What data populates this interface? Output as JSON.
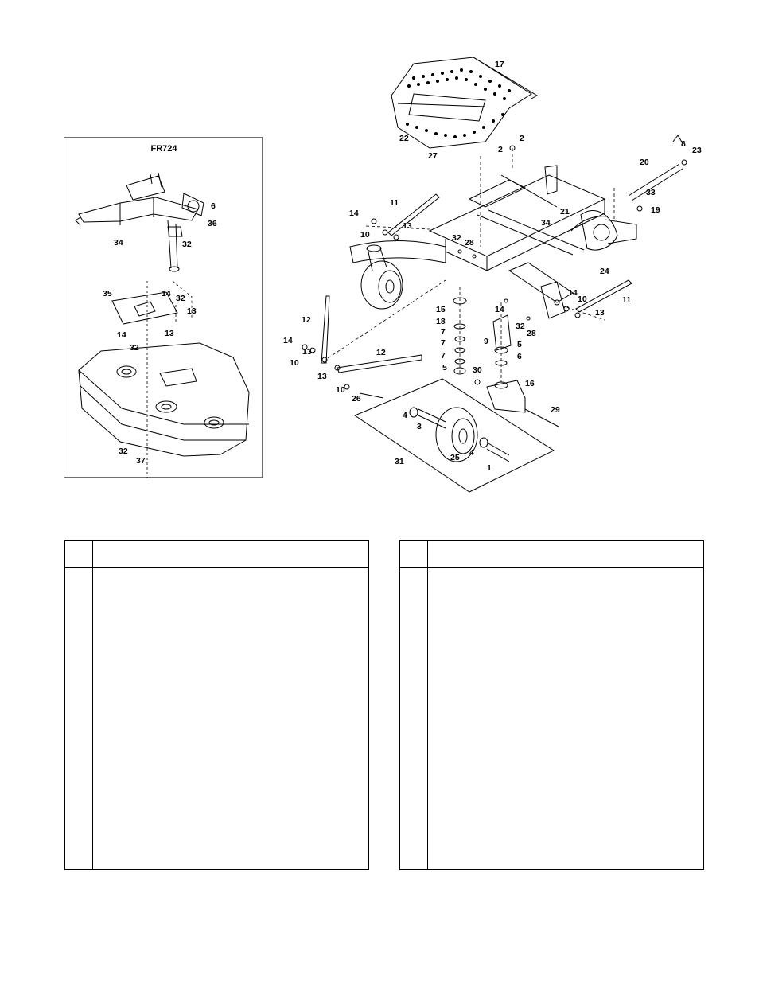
{
  "inset": {
    "title": "FR724",
    "callouts": [
      "34",
      "32",
      "36",
      "6",
      "35",
      "14",
      "32",
      "13",
      "14",
      "13",
      "32",
      "32",
      "37"
    ]
  },
  "main_callouts": [
    "17",
    "22",
    "27",
    "2",
    "2",
    "8",
    "23",
    "20",
    "33",
    "19",
    "11",
    "14",
    "10",
    "13",
    "32",
    "28",
    "21",
    "34",
    "24",
    "14",
    "10",
    "13",
    "11",
    "15",
    "18",
    "7",
    "7",
    "7",
    "5",
    "14",
    "12",
    "14",
    "10",
    "13",
    "12",
    "13",
    "10",
    "26",
    "9",
    "32",
    "28",
    "5",
    "6",
    "30",
    "16",
    "29",
    "4",
    "3",
    "25",
    "4",
    "31",
    "1"
  ],
  "parts_tables": [
    {
      "header_no": "",
      "header_desc": "",
      "rows": []
    },
    {
      "header_no": "",
      "header_desc": "",
      "rows": []
    }
  ]
}
